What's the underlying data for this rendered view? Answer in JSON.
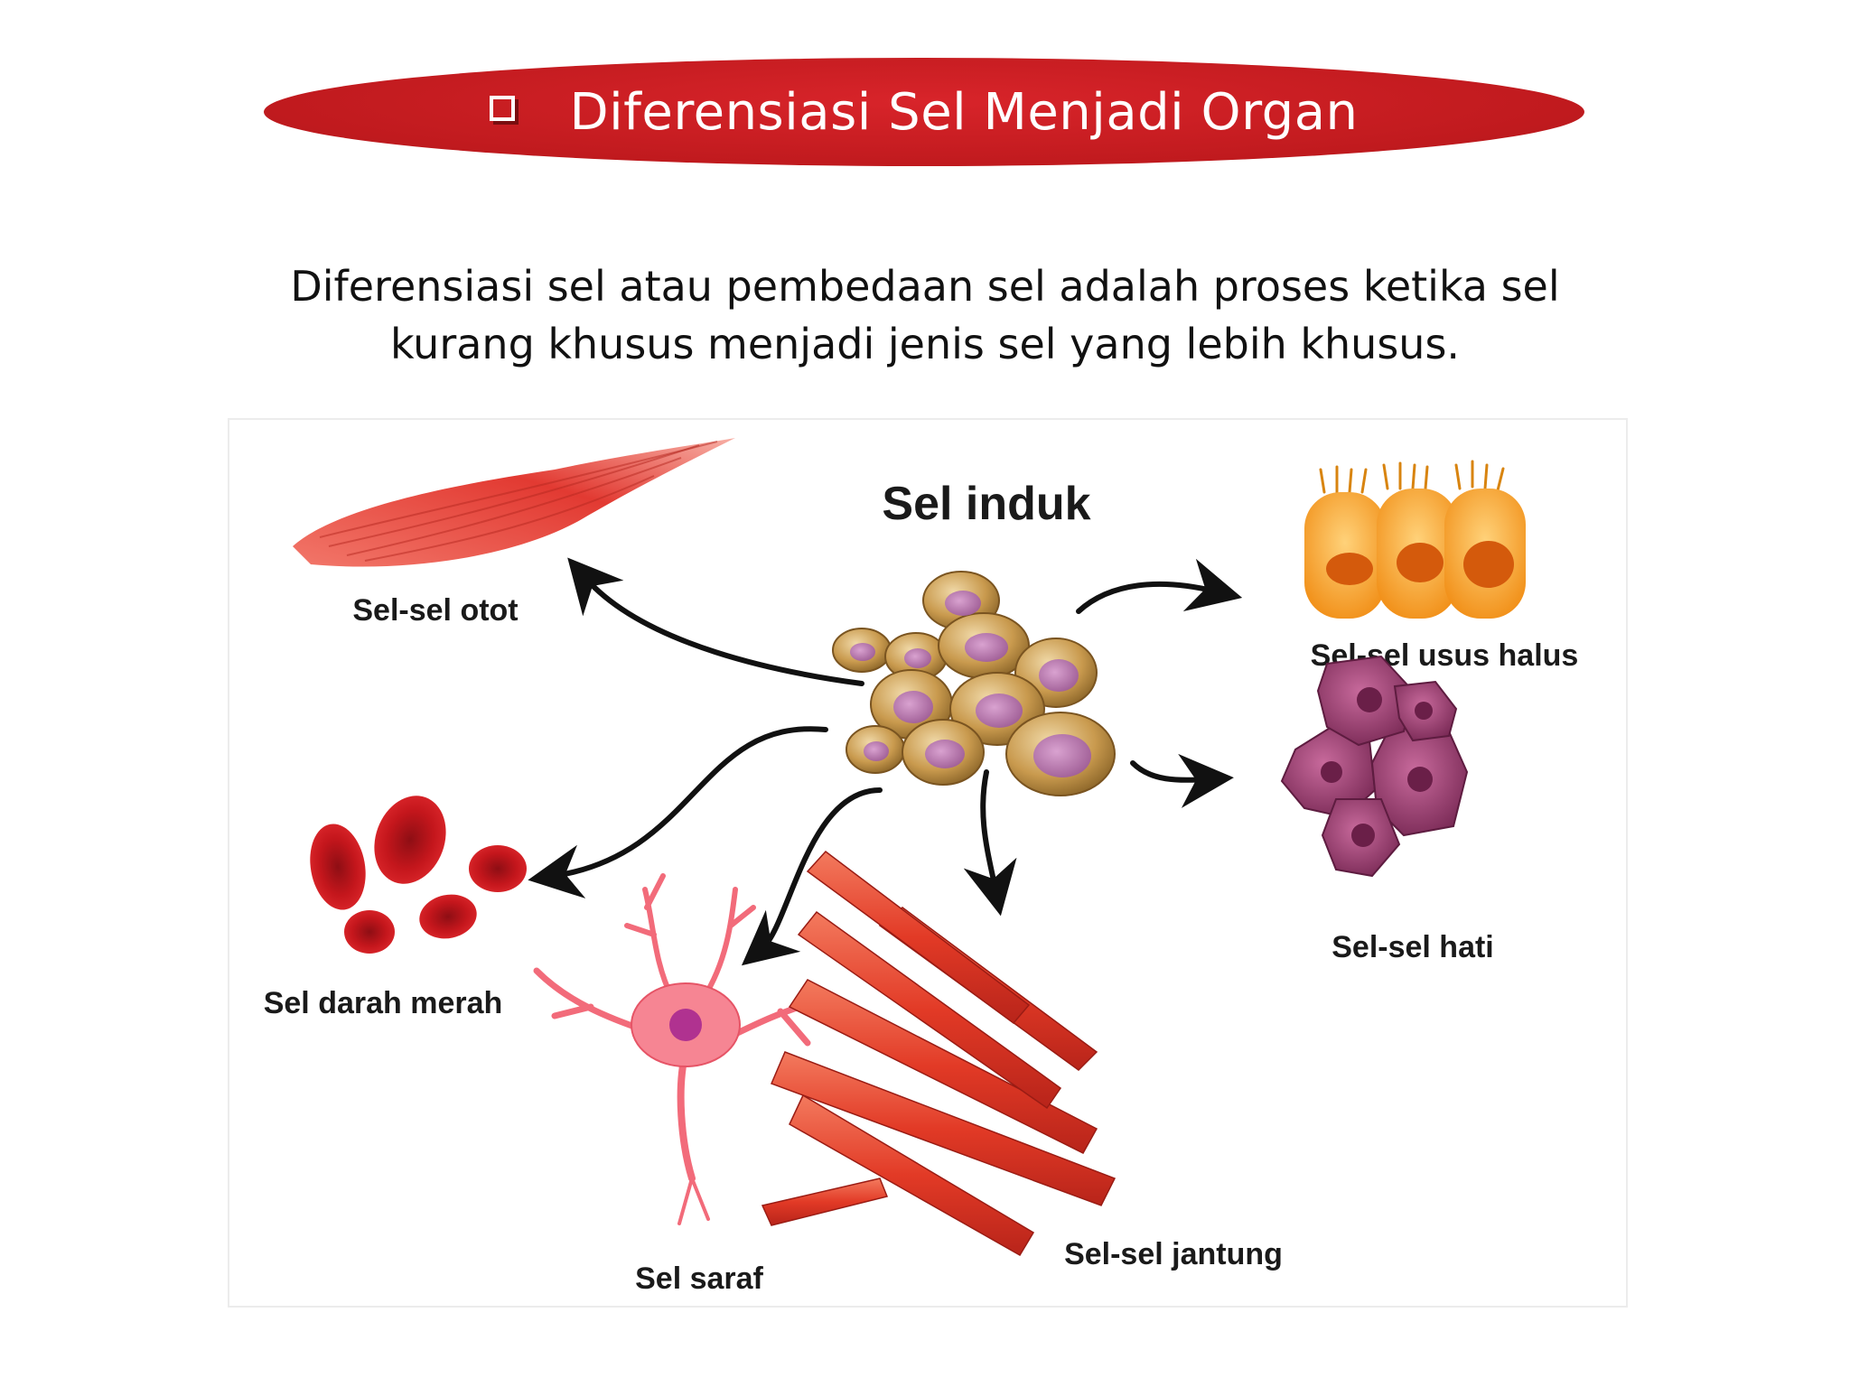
{
  "title": "Diferensiasi Sel Menjadi Organ",
  "intro_line1": "Diferensiasi sel atau pembedaan sel adalah proses ketika sel",
  "intro_line2": "kurang khusus menjadi jenis sel yang lebih khusus.",
  "diagram": {
    "center_label": "Sel induk",
    "labels": {
      "muscle": "Sel-sel otot",
      "intestine": "Sel-sel usus halus",
      "liver": "Sel-sel hati",
      "blood": "Sel darah merah",
      "nerve": "Sel saraf",
      "heart": "Sel-sel jantung"
    }
  },
  "colors": {
    "banner": "#c01a1e",
    "muscle": "#e8413a",
    "stem_cell": "#c99a4e",
    "stem_nucleus": "#b06fa6",
    "intestine": "#f7a21e",
    "liver": "#9a3a6e",
    "blood": "#c4161c",
    "nerve": "#f26b7a",
    "heart": "#e8412e"
  }
}
